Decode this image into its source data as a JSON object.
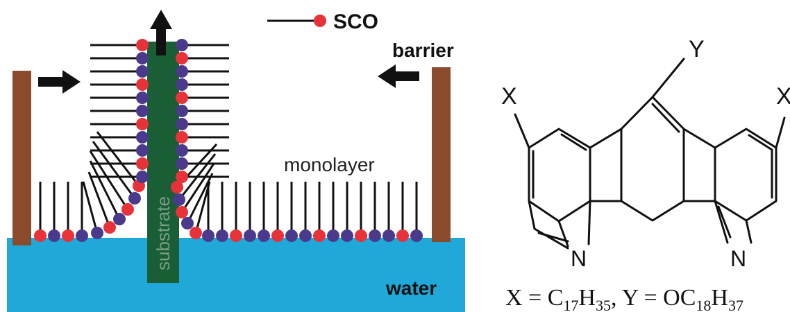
{
  "legend": {
    "label": "SCO"
  },
  "labels": {
    "barrier": "barrier",
    "monolayer": "monolayer",
    "substrate": "substrate",
    "water": "water"
  },
  "molecule": {
    "substituent_x_left": "X",
    "substituent_y": "Y",
    "substituent_x_right": "X",
    "nitrogen_left": "N",
    "nitrogen_right": "N"
  },
  "formula": {
    "x_lhs": "X = C",
    "x_sub1": "17",
    "x_mid": "H",
    "x_sub2": "35",
    "sep": ", ",
    "y_lhs": "Y = OC",
    "y_sub1": "18",
    "y_mid": "H",
    "y_sub2": "37"
  },
  "colors": {
    "water": "#1fa8d8",
    "substrate": "#1a5e35",
    "barrier": "#8b4a2b",
    "head_red": "#e8323a",
    "head_purple": "#4b3a8c",
    "tail": "#111111"
  }
}
